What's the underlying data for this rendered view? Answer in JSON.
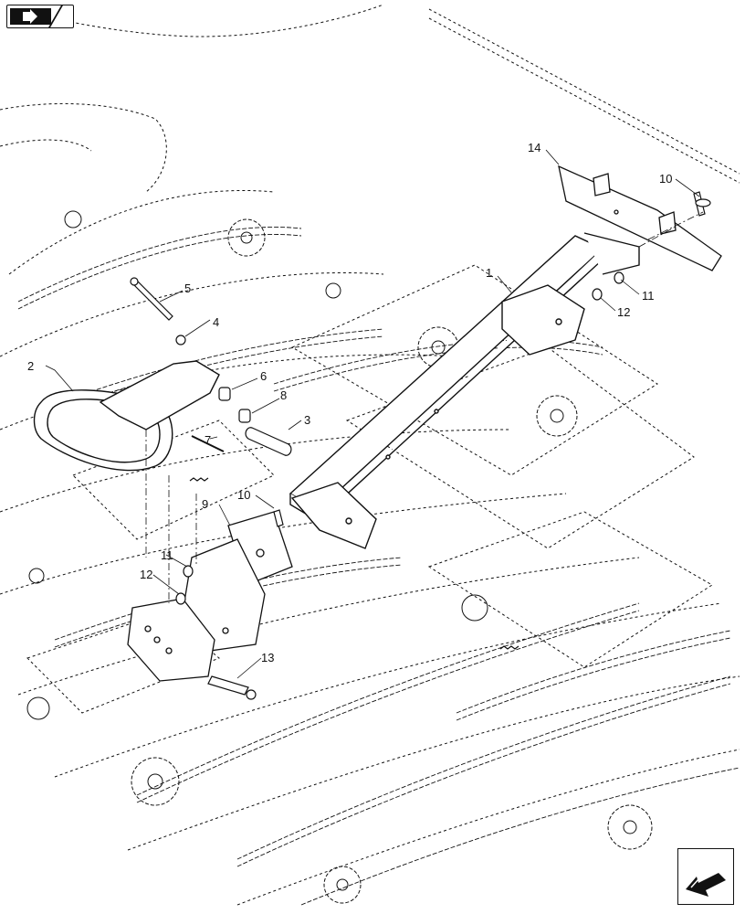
{
  "callouts": [
    "1",
    "2",
    "3",
    "4",
    "5",
    "6",
    "7",
    "8",
    "9",
    "10",
    "10",
    "11",
    "11",
    "12",
    "12",
    "13",
    "14"
  ],
  "icons": {
    "top_left": "return-to-index-icon",
    "bottom_right": "view-orientation-arrow-icon"
  },
  "colors": {
    "line": "#111111",
    "background": "#ffffff"
  }
}
